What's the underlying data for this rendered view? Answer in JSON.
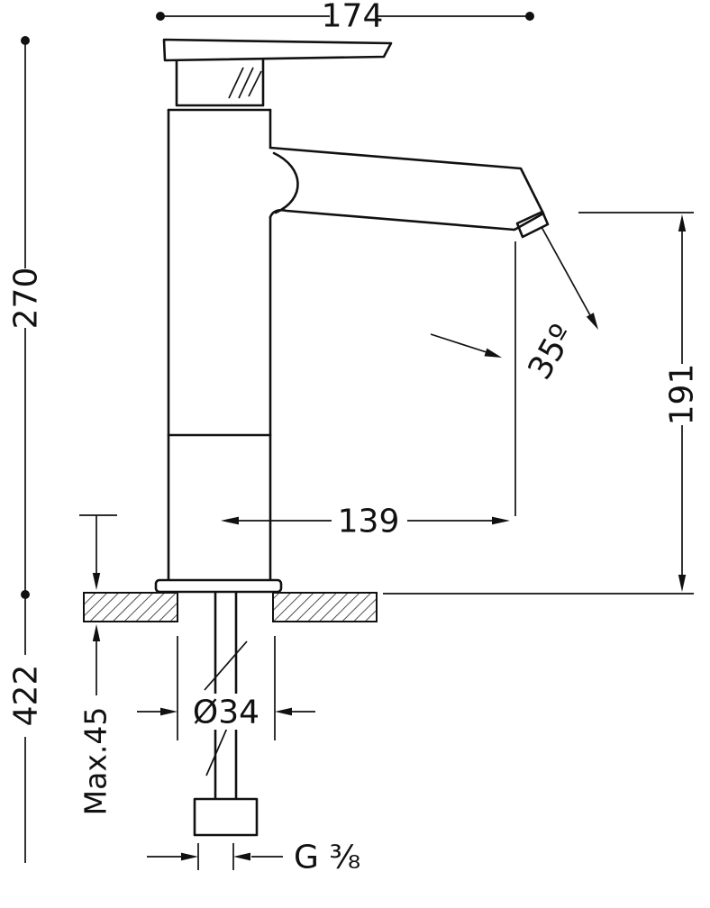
{
  "labels": {
    "width_top": "174",
    "height_body": "270",
    "height_total": "422",
    "counter_max": "Max.45",
    "spout_height": "191",
    "spout_angle": "35º",
    "spout_reach": "139",
    "hole_diameter": "Ø34",
    "thread_size": "G ⅜"
  },
  "colors": {
    "line": "#111111",
    "hatch": "#3a3a3a",
    "background": "#ffffff"
  }
}
